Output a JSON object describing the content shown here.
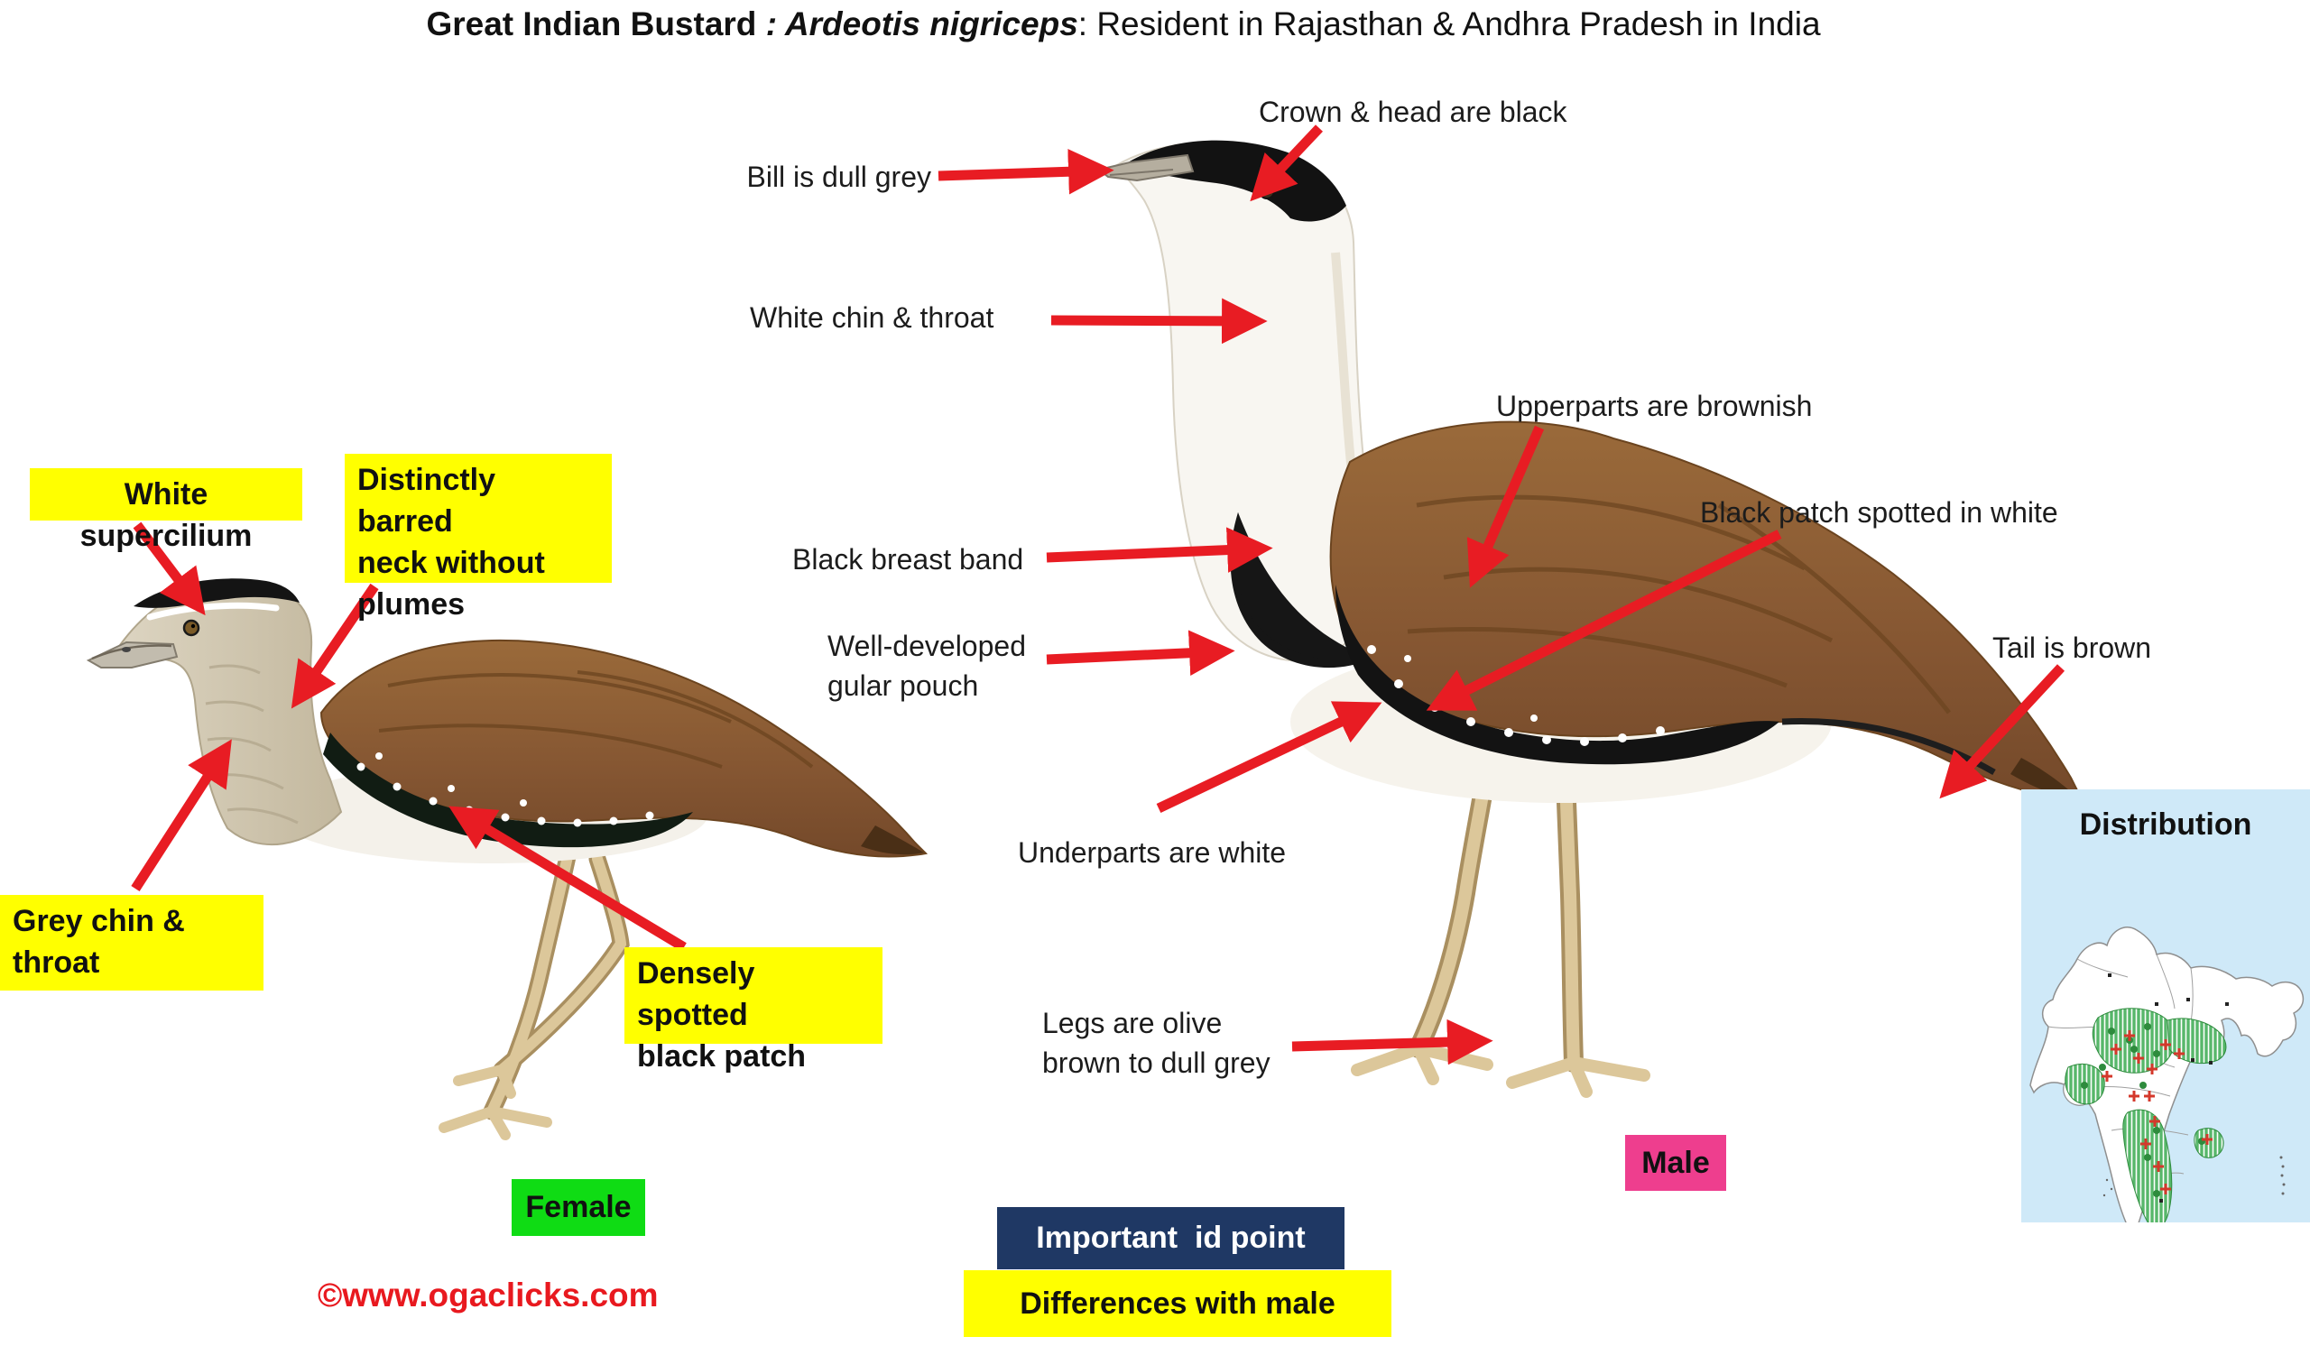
{
  "title": {
    "name": "Great Indian Bustard ",
    "species": ": Ardeotis nigriceps",
    "rest": ":  Resident in Rajasthan & Andhra Pradesh in India"
  },
  "male_annotations": {
    "bill": "Bill is dull grey",
    "crown": "Crown & head are black",
    "chin": "White chin & throat",
    "upperparts": "Upperparts are brownish",
    "black_patch": "Black patch spotted in white",
    "breast_band": "Black breast band",
    "gular_pouch": "Well-developed\ngular pouch",
    "tail": "Tail is brown",
    "underparts": "Underparts are white",
    "legs": "Legs are olive\nbrown to dull grey"
  },
  "female_annotations": {
    "supercilium": "White supercilium",
    "barred_neck": "Distinctly barred\nneck without\nplumes",
    "chin_throat": "Grey chin &\nthroat",
    "spotted_patch": "Densely spotted\nblack patch"
  },
  "badges": {
    "female": "Female",
    "male": "Male"
  },
  "legend": {
    "important": "Important  id point",
    "differences": "Differences with male"
  },
  "distribution": {
    "title": "Distribution"
  },
  "footer": {
    "copyright": "©www.ogaclicks.com"
  },
  "colors": {
    "arrow_red": "#e81c23",
    "highlight_yellow": "#ffff00",
    "female_green": "#0fdc14",
    "male_pink": "#ee3e8e",
    "id_navy": "#1f3864",
    "panel_blue": "#cfe9f8",
    "range_green": "#3fa34d",
    "body_brown": "#8a5a30",
    "copyright_red": "#e8191f"
  }
}
